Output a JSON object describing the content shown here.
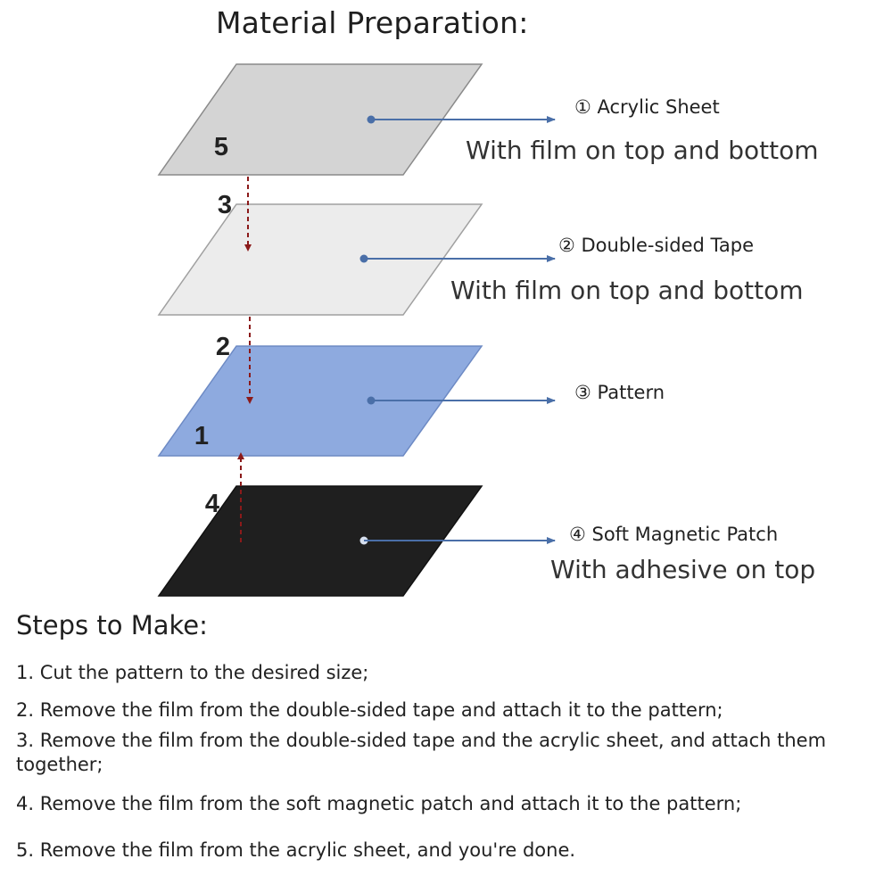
{
  "title": "Material Preparation:",
  "colors": {
    "acrylic_fill": "#d4d4d4",
    "tape_fill": "#ececec",
    "pattern_fill": "#8eaadf",
    "magnet_fill": "#1f1f1f",
    "connector_arrow": "#4a6fa8",
    "dashed_arrow": "#8b1a1a"
  },
  "layer_numbers": {
    "five": "5",
    "three": "3",
    "two": "2",
    "one": "1",
    "four": "4"
  },
  "callouts": {
    "acrylic": {
      "label": "① Acrylic Sheet",
      "note": "With film on top and bottom"
    },
    "tape": {
      "label": "② Double-sided Tape",
      "note": "With film on top and bottom"
    },
    "pattern": {
      "label": "③ Pattern"
    },
    "magnet": {
      "label": "④ Soft Magnetic Patch",
      "note": "With adhesive on top"
    }
  },
  "steps_title": "Steps to Make:",
  "steps": [
    "1. Cut the pattern to the desired size;",
    "2. Remove the film from the double-sided tape and attach it to the pattern;",
    "3. Remove the film from the double-sided tape and the acrylic sheet, and attach them together;",
    "4. Remove the film from the soft magnetic patch and attach it to the pattern;",
    "5. Remove the film from the acrylic sheet, and you're done."
  ]
}
